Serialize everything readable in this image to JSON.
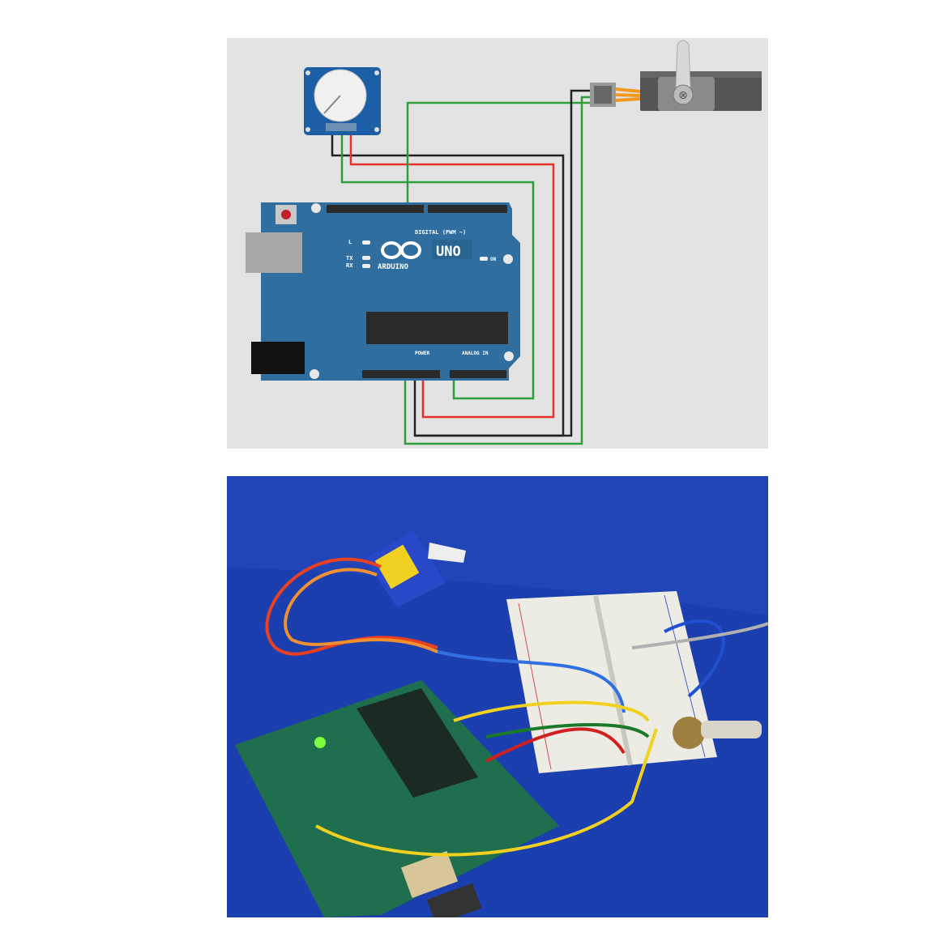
{
  "schematic": {
    "board": {
      "logo_text": "ARDUINO",
      "model": "UNO",
      "digital_label": "DIGITAL (PWM ~)",
      "power_label": "POWER",
      "analog_label": "ANALOG IN",
      "led_l": "L",
      "led_tx": "TX",
      "led_rx": "RX",
      "led_on": "ON"
    },
    "colors": {
      "background": "#e3e3e3",
      "board": "#2f6e9e",
      "wire_green": "#2e9e3a",
      "wire_red": "#e8312a",
      "wire_black": "#222222"
    }
  },
  "photo": {
    "colors": {
      "background": "#1c3fb0",
      "board": "#1f6e4e",
      "breadboard": "#ecebe4"
    }
  }
}
